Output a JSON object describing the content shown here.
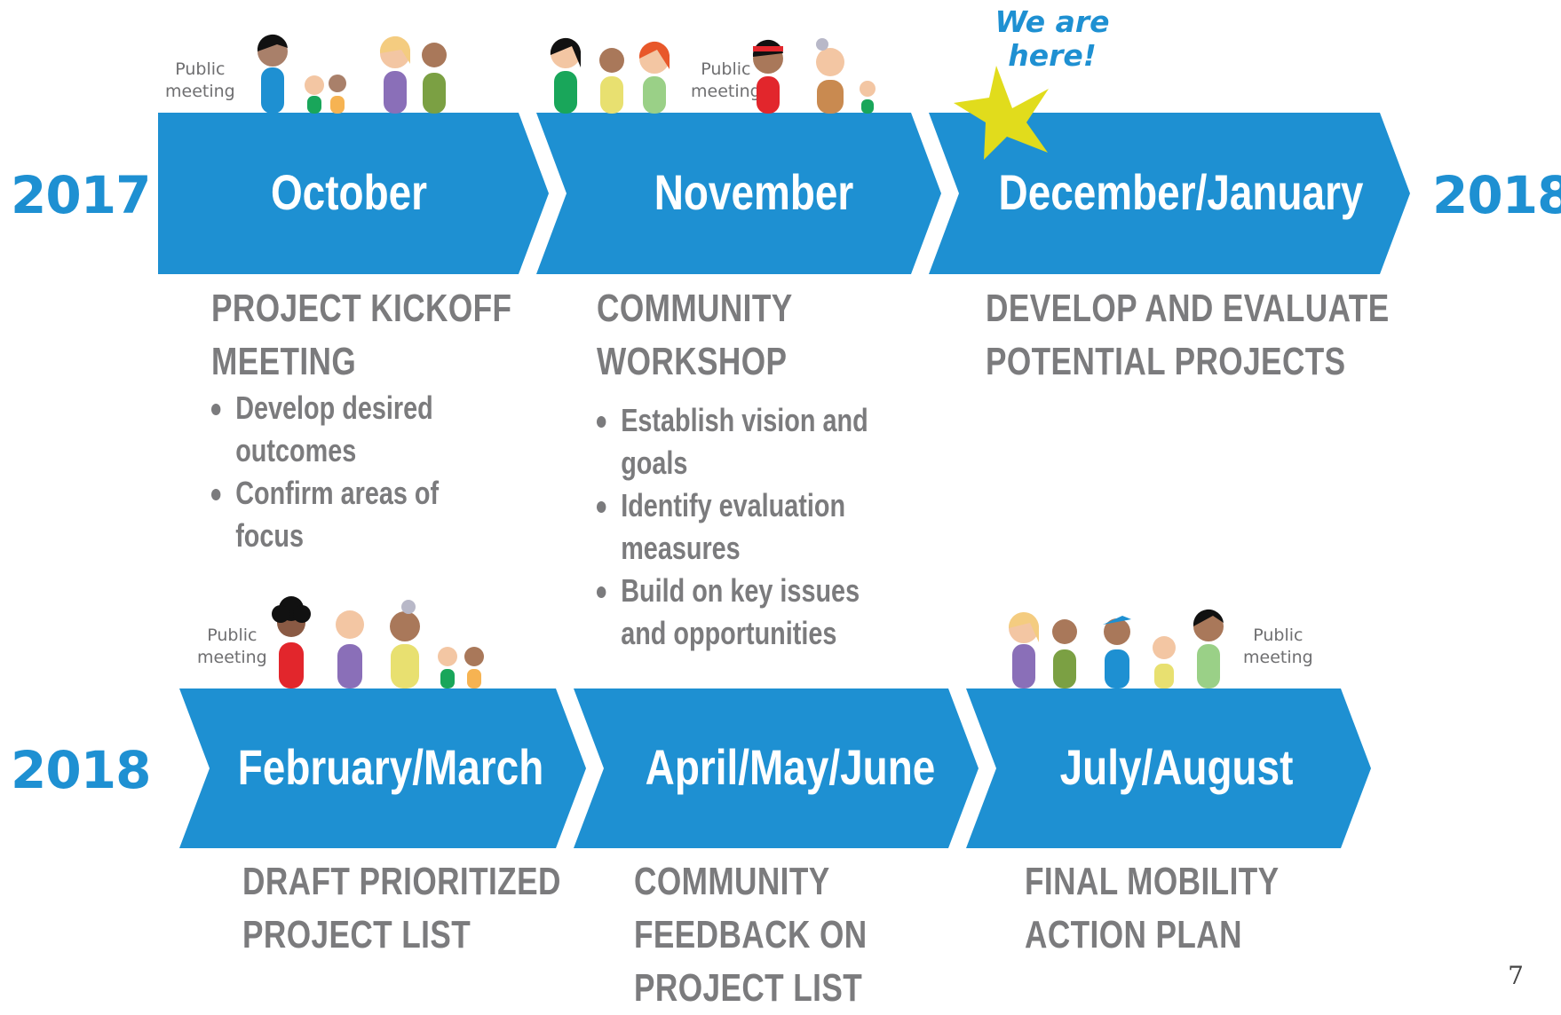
{
  "years": {
    "row1_start": "2017",
    "row1_end": "2018",
    "row2_start": "2018"
  },
  "phases": [
    {
      "label": "October",
      "heading": "PROJECT KICKOFF\nMEETING",
      "bullets": [
        "Develop desired outcomes",
        "Confirm areas of focus"
      ]
    },
    {
      "label": "November",
      "heading": "COMMUNITY\nWORKSHOP",
      "bullets": [
        "Establish vision and goals",
        "Identify evaluation measures",
        "Build on key issues and opportunities"
      ]
    },
    {
      "label": "December/January",
      "heading": "DEVELOP AND EVALUATE\nPOTENTIAL PROJECTS",
      "bullets": []
    },
    {
      "label": "February/March",
      "heading": "DRAFT PRIORITIZED\nPROJECT LIST",
      "bullets": []
    },
    {
      "label": "April/May/June",
      "heading": "COMMUNITY\nFEEDBACK ON\nPROJECT LIST",
      "bullets": []
    },
    {
      "label": "July/August",
      "heading": "FINAL MOBILITY\nACTION PLAN",
      "bullets": []
    }
  ],
  "public_meeting_label": "Public\nmeeting",
  "we_are_here": "We are\nhere!",
  "page_number": "7",
  "colors": {
    "chevron": "#1e90d2",
    "year": "#1e90d2",
    "heading": "#7b7b7d",
    "star": "#e1dc1c"
  },
  "icons": {
    "star": "star-icon",
    "people": "person-icon"
  }
}
